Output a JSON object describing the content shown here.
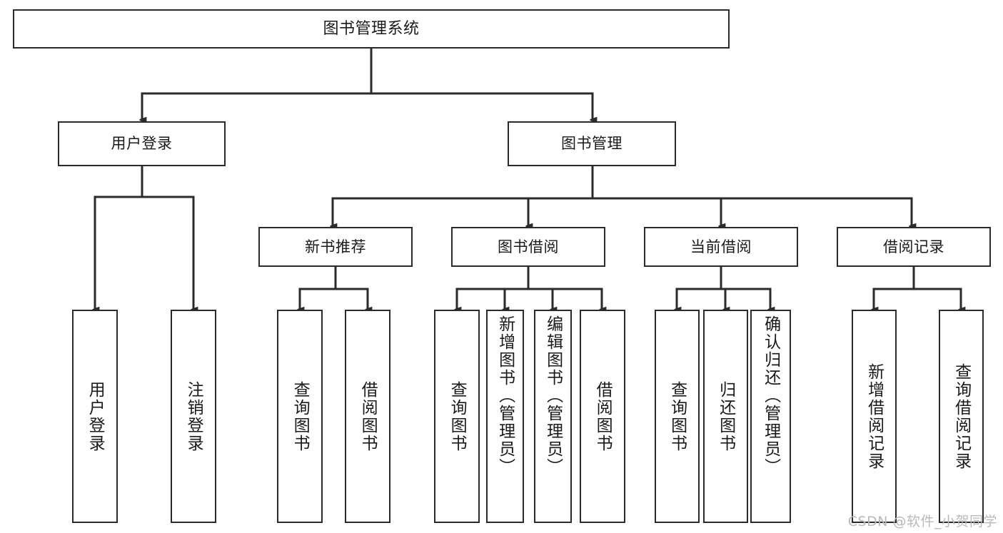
{
  "diagram": {
    "title": "图书管理系统",
    "type": "tree",
    "watermark": "CSDN @软件_小贺同学",
    "colors": {
      "box_border": "#2b2b2b",
      "box_fill": "#ffffff",
      "connector": "#2b2b2b",
      "text": "#1a1a1a",
      "watermark": "#b9b9b9"
    },
    "levels": {
      "root": "图书管理系统",
      "level2": [
        "用户登录",
        "图书管理"
      ],
      "level3": [
        "新书推荐",
        "图书借阅",
        "当前借阅",
        "借阅记录"
      ]
    },
    "nodes": {
      "root": {
        "label": "图书管理系统"
      },
      "user_login": {
        "label": "用户登录"
      },
      "book_manage": {
        "label": "图书管理"
      },
      "new_book_rec": {
        "label": "新书推荐"
      },
      "book_borrow": {
        "label": "图书借阅"
      },
      "current_borrow": {
        "label": "当前借阅"
      },
      "borrow_record": {
        "label": "借阅记录"
      },
      "leaf_user_login": {
        "label": "用户登录"
      },
      "leaf_logout": {
        "label": "注销登录"
      },
      "leaf_query_book_1": {
        "label": "查询图书"
      },
      "leaf_borrow_book_1": {
        "label": "借阅图书"
      },
      "leaf_query_book_2": {
        "label": "查询图书"
      },
      "leaf_add_book": {
        "label": "新增图书（管理员）"
      },
      "leaf_edit_book": {
        "label": "编辑图书（管理员）"
      },
      "leaf_borrow_book_2": {
        "label": "借阅图书"
      },
      "leaf_query_book_3": {
        "label": "查询图书"
      },
      "leaf_return_book": {
        "label": "归还图书"
      },
      "leaf_confirm_return": {
        "label": "确认归还（管理员）"
      },
      "leaf_add_record": {
        "label": "新增借阅记录"
      },
      "leaf_query_record": {
        "label": "查询借阅记录"
      }
    },
    "edges": [
      {
        "from": "root",
        "to": "user_login"
      },
      {
        "from": "root",
        "to": "book_manage"
      },
      {
        "from": "user_login",
        "to": "leaf_user_login"
      },
      {
        "from": "user_login",
        "to": "leaf_logout"
      },
      {
        "from": "book_manage",
        "to": "new_book_rec"
      },
      {
        "from": "book_manage",
        "to": "book_borrow"
      },
      {
        "from": "book_manage",
        "to": "current_borrow"
      },
      {
        "from": "book_manage",
        "to": "borrow_record"
      },
      {
        "from": "new_book_rec",
        "to": "leaf_query_book_1"
      },
      {
        "from": "new_book_rec",
        "to": "leaf_borrow_book_1"
      },
      {
        "from": "book_borrow",
        "to": "leaf_query_book_2"
      },
      {
        "from": "book_borrow",
        "to": "leaf_add_book"
      },
      {
        "from": "book_borrow",
        "to": "leaf_edit_book"
      },
      {
        "from": "book_borrow",
        "to": "leaf_borrow_book_2"
      },
      {
        "from": "current_borrow",
        "to": "leaf_query_book_3"
      },
      {
        "from": "current_borrow",
        "to": "leaf_return_book"
      },
      {
        "from": "current_borrow",
        "to": "leaf_confirm_return"
      },
      {
        "from": "borrow_record",
        "to": "leaf_add_record"
      },
      {
        "from": "borrow_record",
        "to": "leaf_query_record"
      }
    ]
  }
}
